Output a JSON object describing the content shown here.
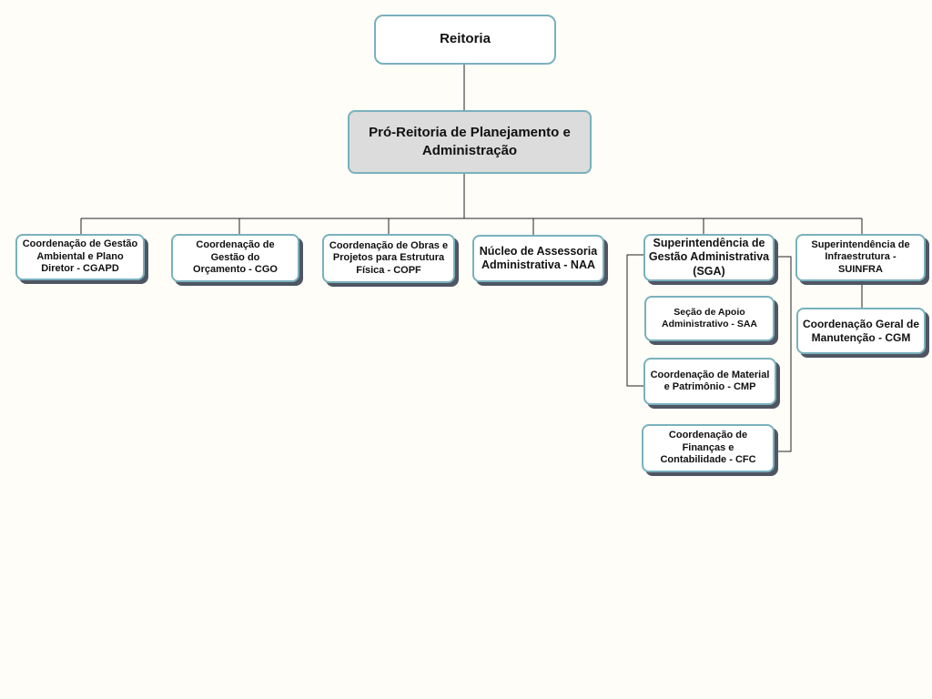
{
  "diagram": {
    "root": {
      "label": "Reitoria"
    },
    "main": {
      "label": "Pró-Reitoria de Planejamento e Administração"
    },
    "children": {
      "cgapd": {
        "label": "Coordenação de Gestão Ambiental e Plano Diretor - CGAPD"
      },
      "cgo": {
        "label": "Coordenação de Gestão do Orçamento - CGO"
      },
      "copf": {
        "label": "Coordenação de Obras e Projetos para Estrutura Física - COPF"
      },
      "naa": {
        "label": "Núcleo de Assessoria Administrativa - NAA"
      },
      "sga": {
        "label": "Superintendência de Gestão Administrativa (SGA)"
      },
      "suinfra": {
        "label": "Superintendência de Infraestrutura - SUINFRA"
      }
    },
    "sga_units": {
      "saa": {
        "label": "Seção de Apoio Administrativo - SAA"
      },
      "cmp": {
        "label": "Coordenação de Material e Patrimônio - CMP"
      },
      "cfc": {
        "label": "Coordenação de Finanças e Contabilidade - CFC"
      }
    },
    "suinfra_units": {
      "cgm": {
        "label": "Coordenação Geral de Manutenção - CGM"
      }
    },
    "colors": {
      "border": "#79b1bd",
      "shadow": "#4f5662",
      "highlight_fill": "#dcdcdc",
      "background": "#fefdf8",
      "connector": "#222222"
    }
  }
}
